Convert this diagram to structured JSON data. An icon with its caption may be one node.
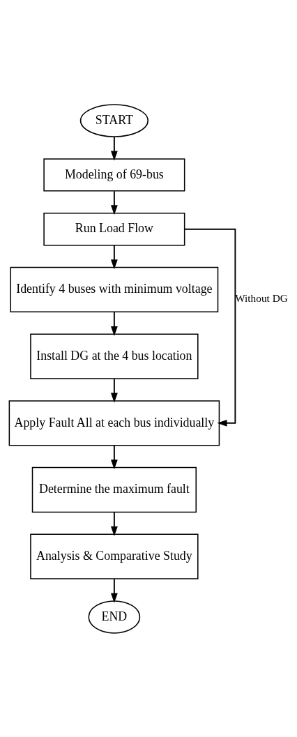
{
  "diagram": {
    "nodes": [
      {
        "text": [
          "START"
        ]
      },
      {
        "text": [
          "Modeling of 69-bus"
        ]
      },
      {
        "text": [
          "Run Load Flow"
        ]
      },
      {
        "text": [
          "Identify 4 buses with minimum voltage"
        ]
      },
      {
        "text": [
          "Install DG at the 4 bus location"
        ]
      },
      {
        "text": [
          "Apply Fault All at each bus individually"
        ]
      },
      {
        "text": [
          "Determine the maximum fault"
        ]
      },
      {
        "text": [
          "Analysis & Comparative Study"
        ]
      },
      {
        "text": [
          "END"
        ]
      }
    ],
    "edges": [
      {
        "from": 0,
        "to": 1,
        "arrow": "to"
      },
      {
        "from": 1,
        "to": 2,
        "arrow": "to"
      },
      {
        "from": 2,
        "to": 3,
        "arrow": "to"
      },
      {
        "from": 3,
        "to": 4,
        "arrow": "to"
      },
      {
        "from": 4,
        "to": 5,
        "arrow": "to"
      },
      {
        "from": 2,
        "to": 5,
        "arrow": "to",
        "label": "Without DG"
      },
      {
        "from": 5,
        "to": 6,
        "arrow": "to"
      },
      {
        "from": 6,
        "to": 7,
        "arrow": "to"
      },
      {
        "from": 7,
        "to": 8,
        "arrow": "to"
      }
    ]
  }
}
